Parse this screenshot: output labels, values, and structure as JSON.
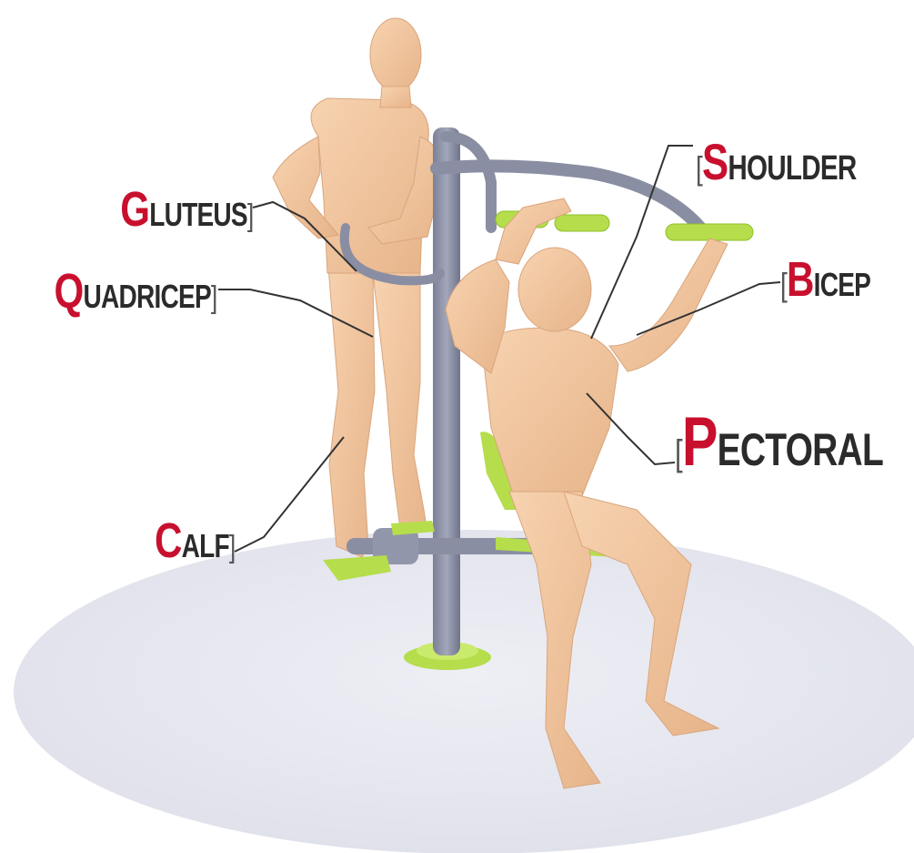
{
  "colors": {
    "accent_red": "#c8102e",
    "label_text": "#2b2b2b",
    "equipment_gray": "#8a8ea3",
    "equipment_green": "#b5dd4c",
    "skin": "#f2c49c",
    "ground": "#e6e7ef"
  },
  "labels": [
    {
      "id": "gluteus",
      "first": "G",
      "rest": "LUTEUS"
    },
    {
      "id": "quadricep",
      "first": "Q",
      "rest": "UADRICEP"
    },
    {
      "id": "calf",
      "first": "C",
      "rest": "ALF"
    },
    {
      "id": "shoulder",
      "first": "S",
      "rest": "HOULDER"
    },
    {
      "id": "bicep",
      "first": "B",
      "rest": "ICEP"
    },
    {
      "id": "pectoral",
      "first": "P",
      "rest": "ECTORAL"
    }
  ]
}
